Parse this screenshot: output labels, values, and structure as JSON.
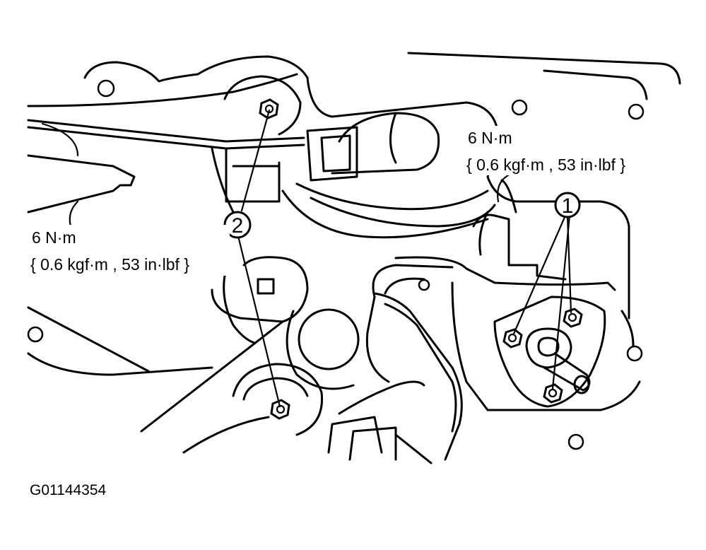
{
  "torque_labels": {
    "top_right": {
      "line1": "6 N·m",
      "line2": "{ 0.6 kgf·m , 53 in·lbf }"
    },
    "left": {
      "line1": "6 N·m",
      "line2": "{ 0.6 kgf·m , 53 in·lbf }"
    }
  },
  "callouts": {
    "one": "1",
    "two": "2"
  },
  "figure_id": "G01144354"
}
